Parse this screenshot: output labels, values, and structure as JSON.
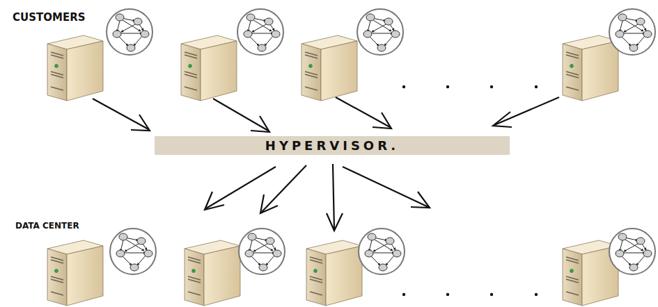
{
  "diagram": {
    "nodes": [
      {
        "text": [
          "HYPERVISOR."
        ]
      }
    ],
    "labels": [
      "CUSTOMERS",
      "DATA CENTER"
    ]
  }
}
